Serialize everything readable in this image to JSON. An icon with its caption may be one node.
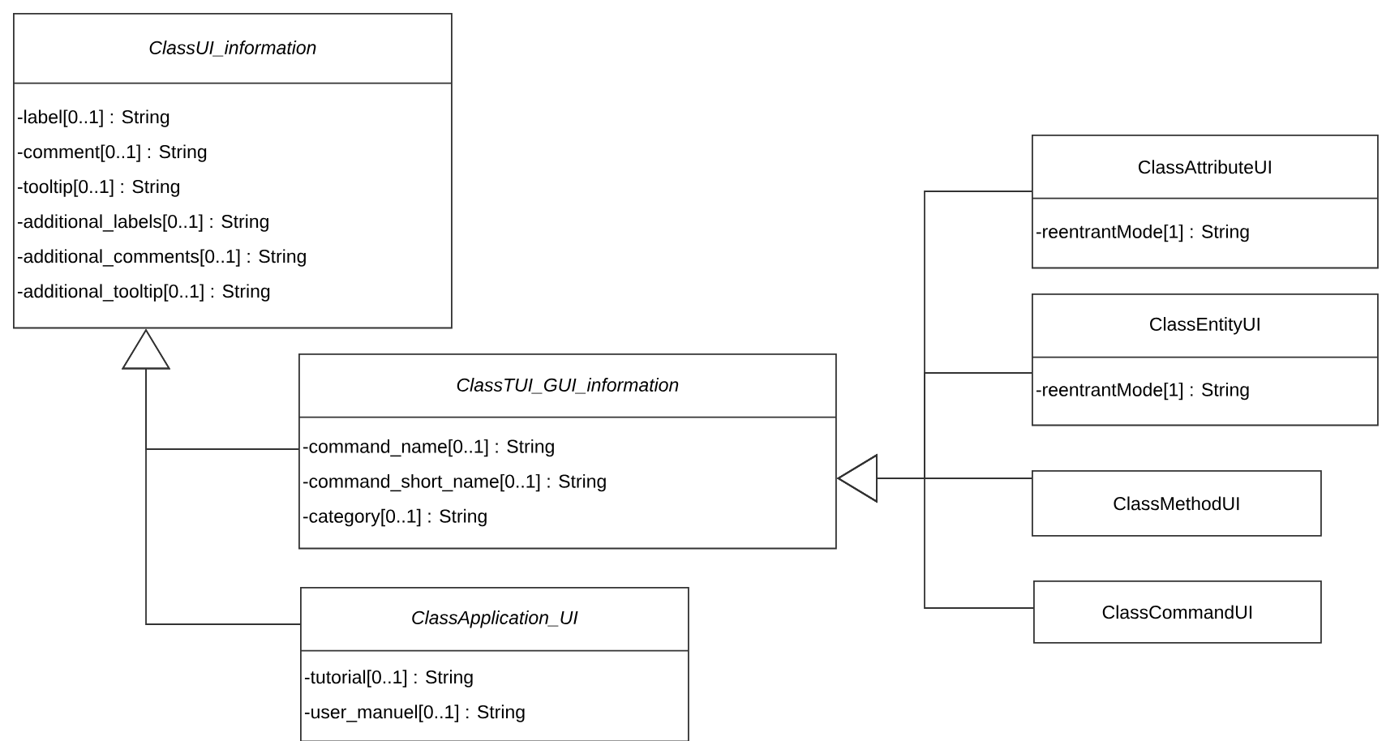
{
  "diagram": {
    "nodes": [
      {
        "text": [
          "ClassUI_information",
          "-label[0..1] : String",
          "-comment[0..1] : String",
          "-tooltip[0..1] : String",
          "-additional_labels[0..1] : String",
          "-additional_comments[0..1] : String",
          "-additional_tooltip[0..1] : String"
        ]
      },
      {
        "text": [
          "ClassTUI_GUI_information",
          "-command_name[0..1] : String",
          "-command_short_name[0..1] : String",
          "-category[0..1] : String"
        ]
      },
      {
        "text": [
          "ClassApplication_UI",
          "-tutorial[0..1] : String",
          "-user_manuel[0..1] : String"
        ]
      },
      {
        "text": [
          "ClassAttributeUI",
          "-reentrantMode[1] : String"
        ]
      },
      {
        "text": [
          "ClassEntityUI",
          "-reentrantMode[1] : String"
        ]
      },
      {
        "text": [
          "ClassMethodUI"
        ]
      },
      {
        "text": [
          "ClassCommandUI"
        ]
      }
    ],
    "edges": [
      {
        "from": 1,
        "to": 0,
        "arrow": "to"
      },
      {
        "from": 2,
        "to": 0,
        "arrow": "to"
      },
      {
        "from": 3,
        "to": 1,
        "arrow": "to"
      },
      {
        "from": 4,
        "to": 1,
        "arrow": "to"
      },
      {
        "from": 5,
        "to": 1,
        "arrow": "to"
      },
      {
        "from": 6,
        "to": 1,
        "arrow": "to"
      }
    ]
  }
}
